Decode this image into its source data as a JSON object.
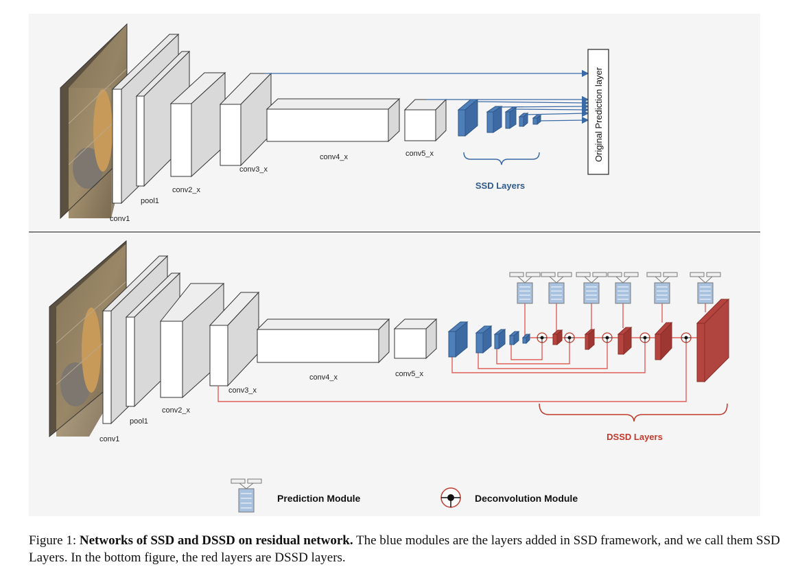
{
  "top_panel": {
    "labels": {
      "conv1": "conv1",
      "pool1": "pool1",
      "conv2_x": "conv2_x",
      "conv3_x": "conv3_x",
      "conv4_x": "conv4_x",
      "conv5_x": "conv5_x"
    },
    "ssd_layers_label": "SSD Layers",
    "prediction_layer_label": "Original Prediction layer"
  },
  "bottom_panel": {
    "labels": {
      "conv1": "conv1",
      "pool1": "pool1",
      "conv2_x": "conv2_x",
      "conv3_x": "conv3_x",
      "conv4_x": "conv4_x",
      "conv5_x": "conv5_x"
    },
    "dssd_layers_label": "DSSD Layers"
  },
  "legend": {
    "prediction_module": "Prediction Module",
    "deconvolution_module": "Deconvolution  Module"
  },
  "caption": {
    "prefix": "Figure 1: ",
    "bold": "Networks of SSD and DSSD on residual network.",
    "rest": " The blue modules are the layers added in SSD framework, and we call them SSD Layers. In the bottom figure, the red layers are DSSD layers."
  },
  "colors": {
    "panel_bg": "#f4f4f4",
    "ssd_blue": "#4f7fb9",
    "dssd_red": "#b5443e",
    "line_red": "#e0605a",
    "arrow_blue": "#3a6aa5"
  }
}
